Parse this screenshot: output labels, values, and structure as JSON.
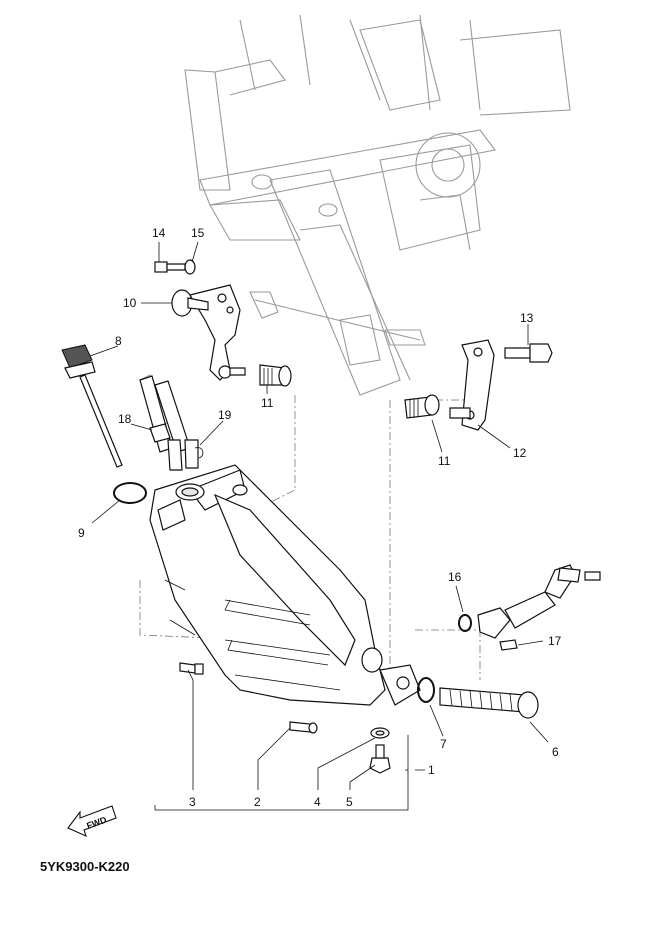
{
  "callouts": [
    "1",
    "2",
    "3",
    "4",
    "5",
    "6",
    "7",
    "8",
    "9",
    "10",
    "11",
    "11",
    "12",
    "13",
    "14",
    "15",
    "16",
    "17",
    "18",
    "19"
  ],
  "fwd_label": "FWD",
  "diagram_code": "5YK9300-K220"
}
